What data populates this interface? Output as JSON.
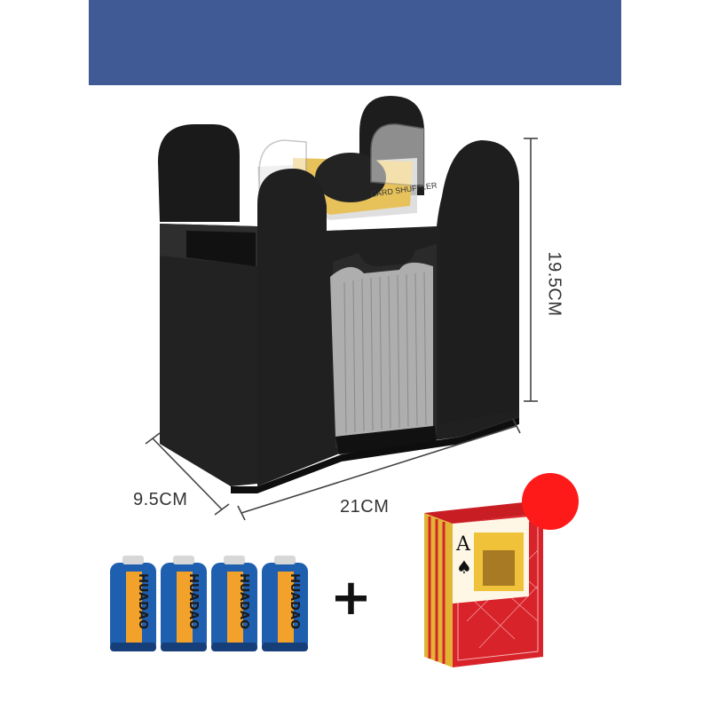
{
  "dimensions": {
    "width": "9.5CM",
    "length": "21CM",
    "height": "19.5CM"
  },
  "shuffler": {
    "top_label": "CARD SHUFFLER"
  },
  "batteries": {
    "brand": "HUADAO",
    "count": 4
  },
  "plus_symbol": "+",
  "playing_cards": {
    "card_rank": "A"
  },
  "colors": {
    "banner": "#3f5a94",
    "shuffler_body": "#1c1c1c",
    "battery_blue": "#1f5fb0",
    "battery_orange": "#f2a12a",
    "card_box_red": "#d8232a",
    "marker_dot": "#ff1a1a"
  }
}
